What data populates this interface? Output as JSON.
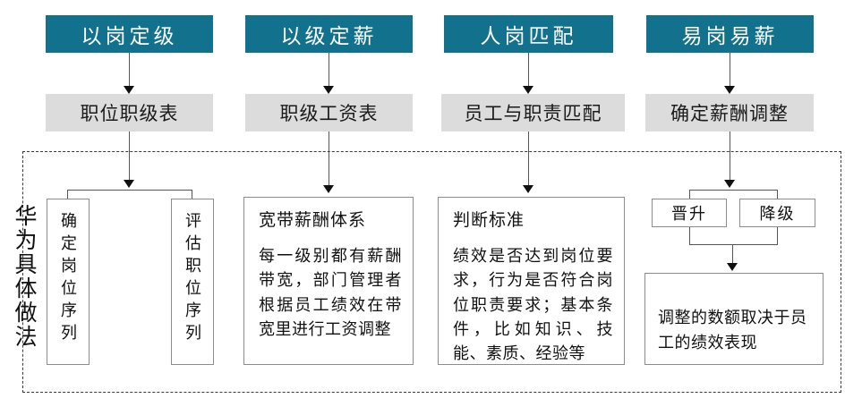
{
  "diagram": {
    "side_label": "华为具体做法",
    "columns": [
      {
        "header": "以岗定级",
        "gray": "职位职级表",
        "vertical_boxes": [
          "确定岗位序列",
          "评估职位序列"
        ]
      },
      {
        "header": "以级定薪",
        "gray": "职级工资表",
        "card": {
          "title": "宽带薪酬体系",
          "body": "每一级别都有薪酬带宽，部门管理者根据员工绩效在带宽里进行工资调整"
        }
      },
      {
        "header": "人岗匹配",
        "gray": "员工与职责匹配",
        "card": {
          "title": "判断标准",
          "body": "绩效是否达到岗位要求，行为是否符合岗位职责要求；基本条件，比如知识、技能、素质、经验等"
        }
      },
      {
        "header": "易岗易薪",
        "gray": "确定薪酬调整",
        "small_boxes": [
          "晋升",
          "降级"
        ],
        "result_box": "调整的数额取决于员工的绩效表现"
      }
    ],
    "colors": {
      "header_bg": "#12718c",
      "header_text": "#ffffff",
      "gray_bg": "#dcdcdc",
      "box_border": "#8c8c8c",
      "dashed_border": "#3a3a3a",
      "connector": "#555555"
    }
  }
}
